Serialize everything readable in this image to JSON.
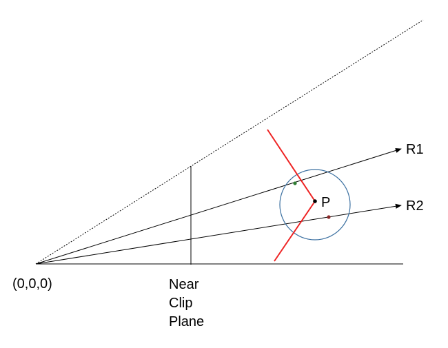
{
  "diagram": {
    "labels": {
      "origin": "(0,0,0)",
      "ray1": "R1",
      "ray2": "R2",
      "point": "P",
      "near_clip_plane": [
        "Near",
        "Clip",
        "Plane"
      ]
    },
    "colors": {
      "lines": "#000000",
      "tangent_lines": "#ee2222",
      "circle": "#3a6fa0",
      "ray1_hit_point": "#2e7d32",
      "ray2_hit_point": "#8b2a2a",
      "center_point": "#000000"
    }
  }
}
